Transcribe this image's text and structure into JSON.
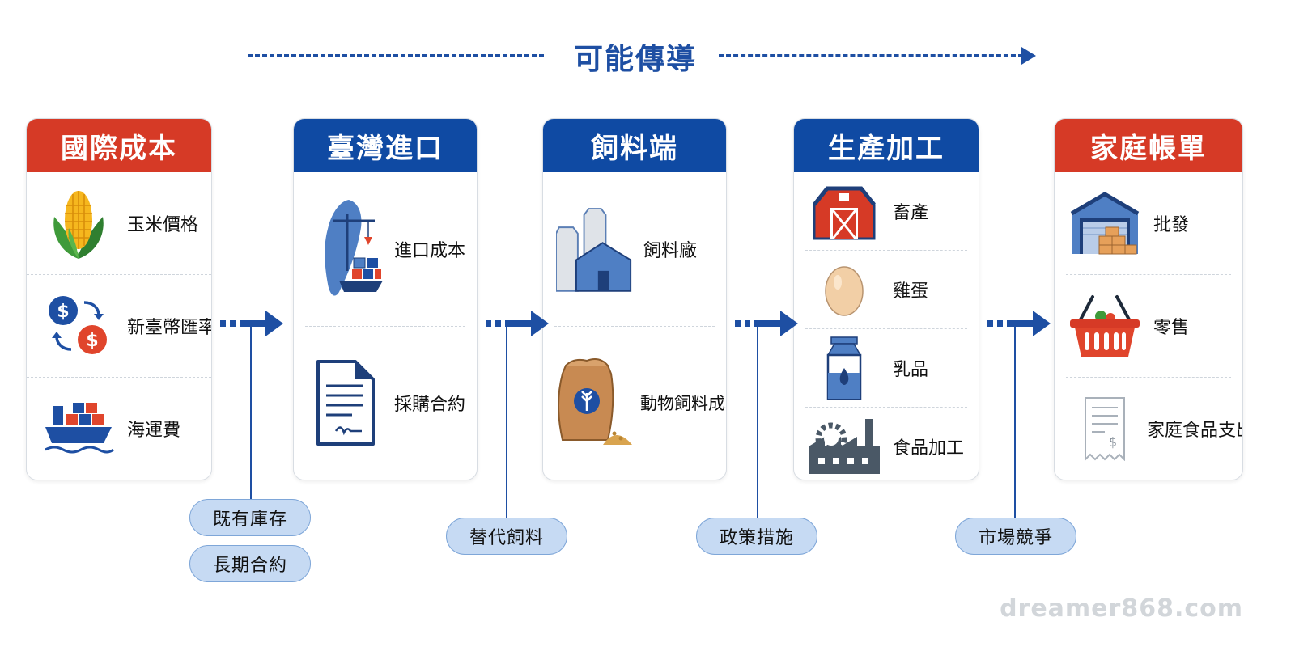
{
  "header": {
    "title": "可能傳導"
  },
  "colors": {
    "red_header": "#d63a26",
    "blue_header": "#0f4aa3",
    "arrow": "#1e4fa3",
    "pill_fill": "#c6daf3"
  },
  "stages": [
    {
      "title": "國際成本",
      "header_color": "red",
      "items": [
        {
          "label": "玉米價格",
          "icon": "corn-icon"
        },
        {
          "label": "新臺幣匯率",
          "icon": "currency-exchange-icon"
        },
        {
          "label": "海運費",
          "icon": "cargo-ship-icon"
        }
      ]
    },
    {
      "title": "臺灣進口",
      "header_color": "blue",
      "items": [
        {
          "label": "進口成本",
          "icon": "taiwan-port-icon"
        },
        {
          "label": "採購合約",
          "icon": "contract-document-icon"
        }
      ]
    },
    {
      "title": "飼料端",
      "header_color": "blue",
      "items": [
        {
          "label": "飼料廠",
          "icon": "feed-mill-silo-icon"
        },
        {
          "label": "動物飼料成本",
          "icon": "feed-sack-icon"
        }
      ]
    },
    {
      "title": "生產加工",
      "header_color": "blue",
      "items": [
        {
          "label": "畜產",
          "icon": "barn-icon"
        },
        {
          "label": "雞蛋",
          "icon": "egg-icon"
        },
        {
          "label": "乳品",
          "icon": "milk-carton-icon"
        },
        {
          "label": "食品加工",
          "icon": "factory-icon"
        }
      ]
    },
    {
      "title": "家庭帳單",
      "header_color": "red",
      "items": [
        {
          "label": "批發",
          "icon": "warehouse-icon"
        },
        {
          "label": "零售",
          "icon": "shopping-basket-icon"
        },
        {
          "label": "家庭食品支出",
          "icon": "receipt-icon"
        }
      ]
    }
  ],
  "factors": [
    {
      "labels": [
        "既有庫存",
        "長期合約"
      ]
    },
    {
      "labels": [
        "替代飼料"
      ]
    },
    {
      "labels": [
        "政策措施"
      ]
    },
    {
      "labels": [
        "市場競爭"
      ]
    }
  ],
  "watermark": "dreamer868.com"
}
